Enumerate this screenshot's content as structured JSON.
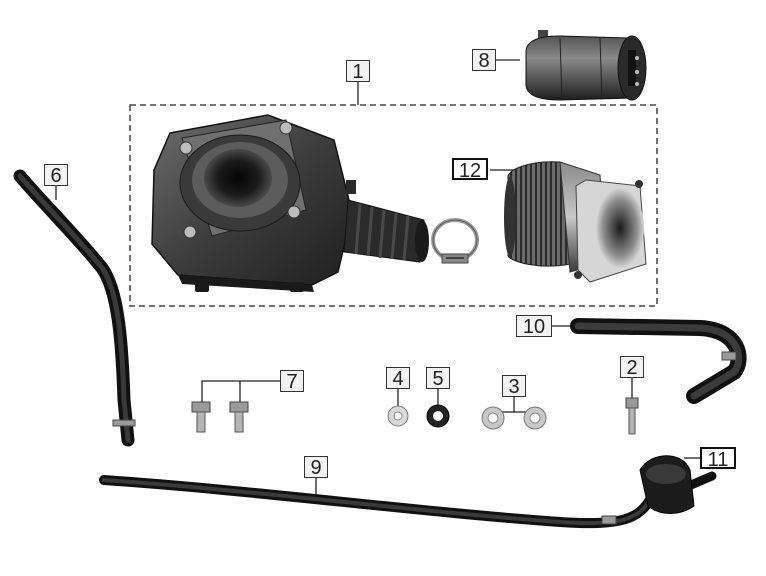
{
  "diagram": {
    "callouts": [
      {
        "id": "1",
        "label": "1"
      },
      {
        "id": "2",
        "label": "2"
      },
      {
        "id": "3",
        "label": "3"
      },
      {
        "id": "4",
        "label": "4"
      },
      {
        "id": "5",
        "label": "5"
      },
      {
        "id": "6",
        "label": "6"
      },
      {
        "id": "7",
        "label": "7"
      },
      {
        "id": "8",
        "label": "8"
      },
      {
        "id": "9",
        "label": "9"
      },
      {
        "id": "10",
        "label": "10"
      },
      {
        "id": "11",
        "label": "11"
      },
      {
        "id": "12",
        "label": "12"
      }
    ],
    "parts": [
      "air-filter-housing",
      "intake-boot",
      "hose-clamp",
      "filter-element",
      "canister",
      "breather-hose-curved",
      "breather-tube-long",
      "bolts",
      "washer",
      "grommet",
      "spacers",
      "screw",
      "drain-hose",
      "drain-cap"
    ]
  }
}
